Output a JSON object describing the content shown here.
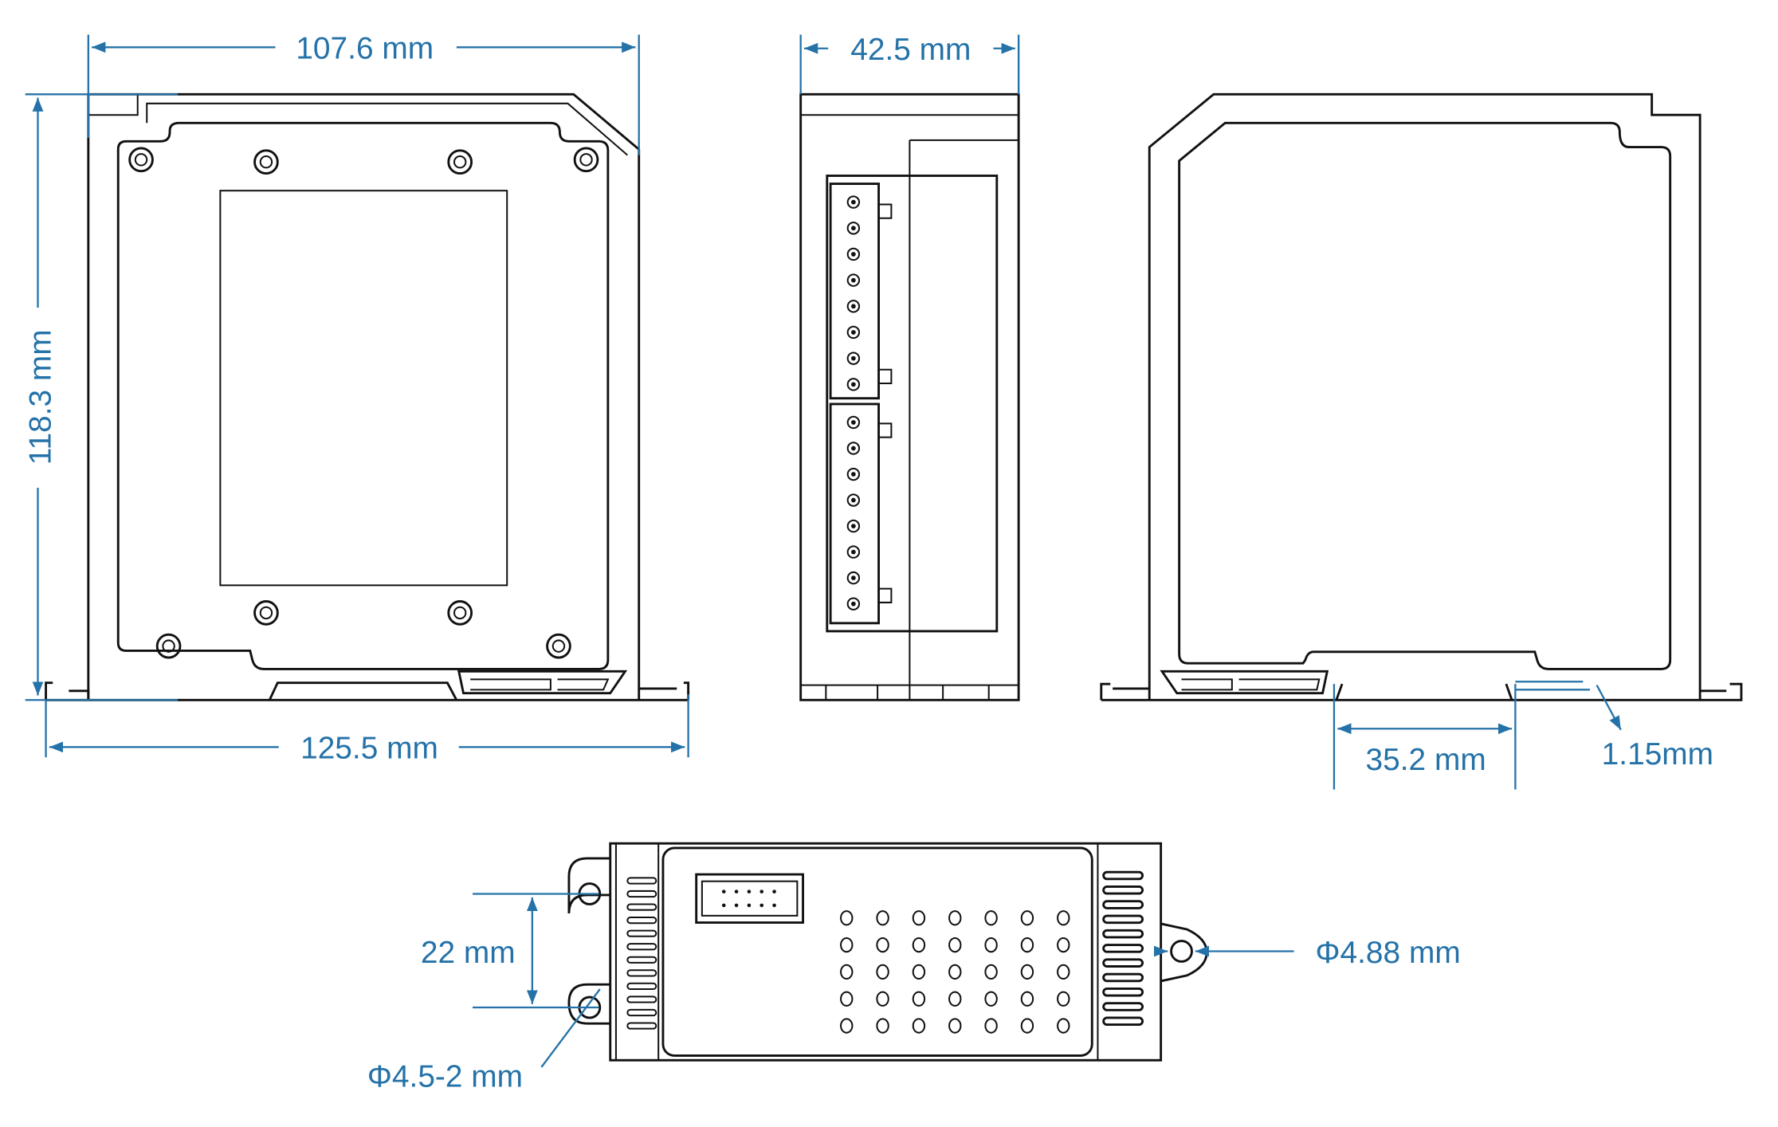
{
  "dimensions": {
    "front_width": "107.6 mm",
    "front_height": "118.3 mm",
    "base_width": "125.5 mm",
    "side_depth": "42.5 mm",
    "rail_spacing": "35.2 mm",
    "clip_offset": "1.15mm",
    "ear_spacing": "22 mm",
    "ear_hole_left": "Φ4.5-2 mm",
    "ear_hole_right": "Φ4.88 mm"
  },
  "grid": {
    "vent_hole_columns": 7,
    "vent_hole_rows": 5,
    "terminal_pins_per_block": 8
  },
  "colors": {
    "dimension": "#2472a8",
    "outline": "#111111"
  }
}
